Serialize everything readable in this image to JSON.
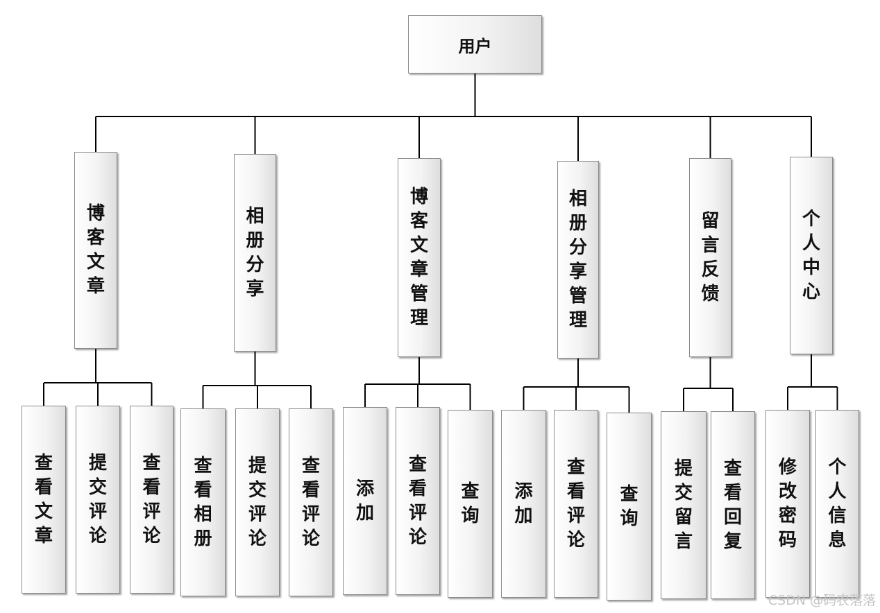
{
  "root": "用户",
  "modules": [
    {
      "label": "博客文章",
      "children": [
        "查看文章",
        "提交评论",
        "查看评论"
      ]
    },
    {
      "label": "相册分享",
      "children": [
        "查看相册",
        "提交评论",
        "查看评论"
      ]
    },
    {
      "label": "博客文章管理",
      "children": [
        "添加",
        "查看评论",
        "查询"
      ]
    },
    {
      "label": "相册分享管理",
      "children": [
        "添加",
        "查看评论",
        "查询"
      ]
    },
    {
      "label": "留言反馈",
      "children": [
        "提交留言",
        "查看回复"
      ]
    },
    {
      "label": "个人中心",
      "children": [
        "修改密码",
        "个人信息"
      ]
    }
  ],
  "watermark": "CSDN @码农落落"
}
